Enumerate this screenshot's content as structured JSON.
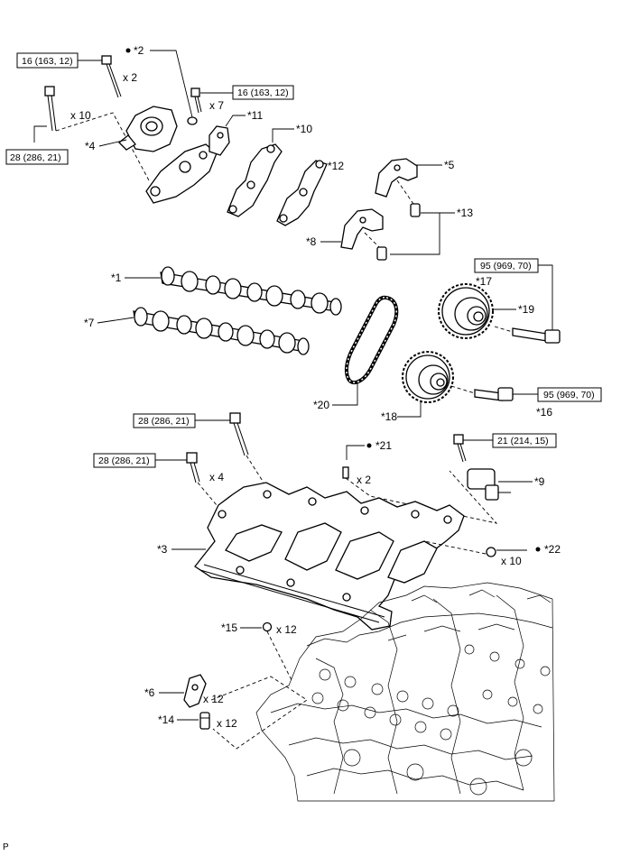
{
  "callouts": {
    "c1": "*1",
    "c2": "*2",
    "c3": "*3",
    "c4": "*4",
    "c5": "*5",
    "c6": "*6",
    "c7": "*7",
    "c8": "*8",
    "c9": "*9",
    "c10": "*10",
    "c11": "*11",
    "c12": "*12",
    "c13": "*13",
    "c14": "*14",
    "c15": "*15",
    "c16": "*16",
    "c17": "*17",
    "c18": "*18",
    "c19": "*19",
    "c20": "*20",
    "c21": "*21",
    "c22": "*22"
  },
  "torque": {
    "t16_top": "16 (163, 12)",
    "t16_mid": "16 (163, 12)",
    "t28_left": "28 (286, 21)",
    "t95_top": "95 (969, 70)",
    "t95_mid": "95 (969, 70)",
    "t28_upper": "28 (286, 21)",
    "t28_lower": "28 (286, 21)",
    "t21": "21 (214, 15)"
  },
  "quantities": {
    "q_x2_top": "x 2",
    "q_x10_left": "x 10",
    "q_x7": "x 7",
    "q_x4": "x 4",
    "q_x2_pin": "x 2",
    "q_x10_plug": "x 10",
    "q_x12_ball": "x 12",
    "q_x12_arm": "x 12",
    "q_x12_adj": "x 12"
  },
  "footer": {
    "code": "P"
  }
}
